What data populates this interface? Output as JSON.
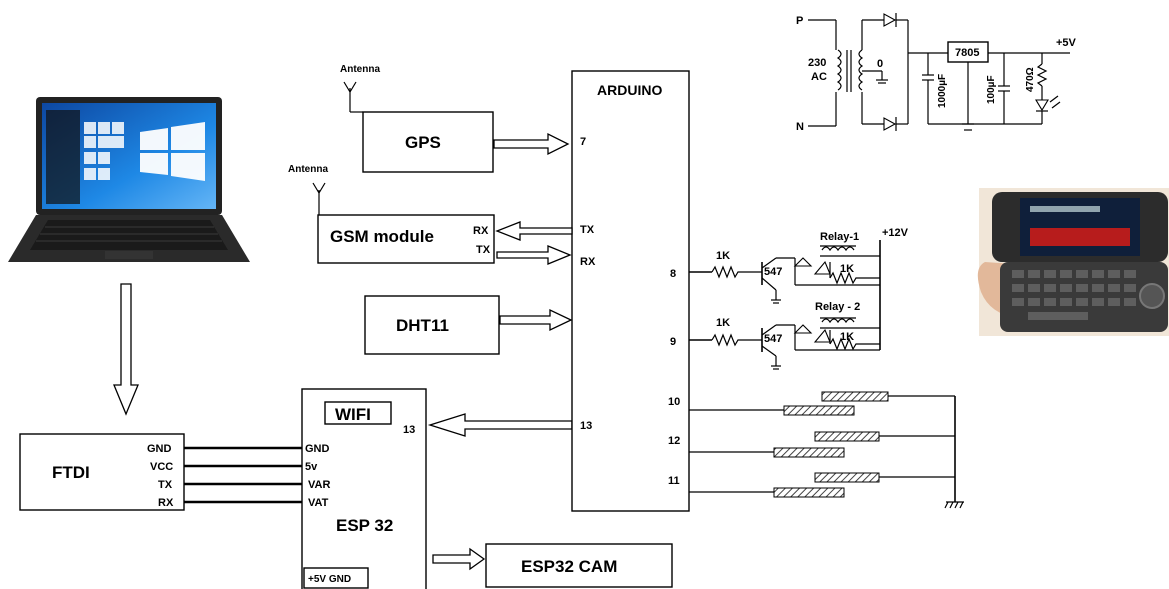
{
  "blocks": {
    "gps": "GPS",
    "gsm": "GSM module",
    "dht": "DHT11",
    "arduino": "ARDUINO",
    "wifi": "WIFI",
    "esp32": "ESP 32",
    "esp32cam": "ESP32 CAM",
    "ftdi": "FTDI"
  },
  "antenna_labels": [
    "Antenna",
    "Antenna"
  ],
  "gsm_pins": {
    "rx": "RX",
    "tx": "TX"
  },
  "arduino_pins": {
    "p7": "7",
    "tx": "TX",
    "rx": "RX",
    "p8": "8",
    "p9": "9",
    "p10": "10",
    "p12": "12",
    "p11": "11",
    "p13": "13"
  },
  "esp_pins": {
    "p13": "13",
    "gnd": "GND",
    "v5": "5v",
    "var": "VAR",
    "vat": "VAT",
    "power": "+5V GND"
  },
  "ftdi_pins": {
    "gnd": "GND",
    "vcc": "VCC",
    "tx": "TX",
    "rx": "RX"
  },
  "relay": {
    "r1": "1K",
    "r2": "1K",
    "t1": "547",
    "t2": "547",
    "relay1": "Relay-1",
    "relay2": "Relay - 2",
    "k1": "1K",
    "k2": "1K",
    "supply": "+12V"
  },
  "psu": {
    "p": "P",
    "n": "N",
    "ac": "230\nAC",
    "ac1": "230",
    "ac2": "AC",
    "zero": "0",
    "reg": "7805",
    "c1": "1000µF",
    "c2": "100µF",
    "res": "470Ω",
    "out": "+5V"
  },
  "colors": {
    "line": "#000000",
    "background": "#ffffff",
    "screen": "#1565c0"
  },
  "icons": [
    "laptop-icon",
    "mobile-phone-icon",
    "antenna-icon",
    "ground-icon",
    "arrow-icon"
  ]
}
